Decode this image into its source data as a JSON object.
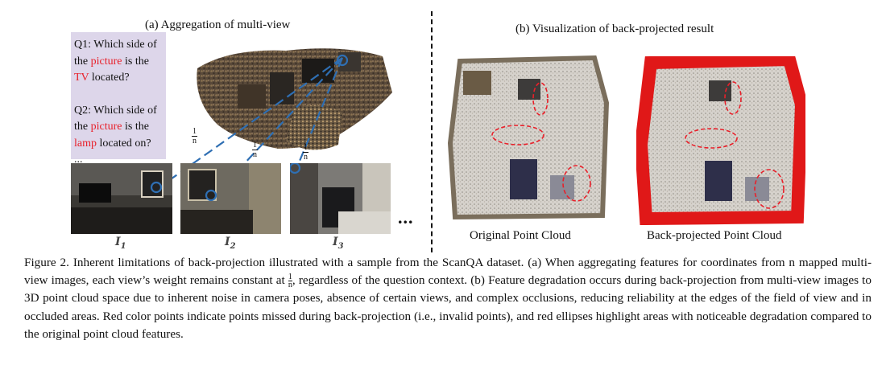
{
  "panel_a": {
    "title": "(a) Aggregation of multi-view",
    "question1": {
      "prefix": "Q1: Which side of the ",
      "word1": "picture",
      "mid": " is the ",
      "word2": "TV",
      "suffix": " located?"
    },
    "question2": {
      "prefix": "Q2: Which side of the ",
      "word1": "picture",
      "mid": " is the ",
      "word2": "lamp",
      "suffix": " located on?"
    },
    "more": "...",
    "weight_num": "1",
    "weight_den": "n",
    "image_labels": [
      "I",
      "I",
      "I"
    ],
    "image_subs": [
      "1",
      "2",
      "3"
    ],
    "trailing": "..."
  },
  "panel_b": {
    "title": "(b) Visualization of back-projected result",
    "label_original": "Original Point Cloud",
    "label_backprojected": "Back-projected Point Cloud"
  },
  "caption": {
    "part1": "Figure 2. Inherent limitations of back-projection illustrated with a sample from the ScanQA dataset. (a) When aggregating features for coordinates from n mapped multi-view images, each view’s weight remains constant at ",
    "frac_num": "1",
    "frac_den": "n",
    "part2": ", regardless of the question context. (b) Feature degradation occurs during back-projection from multi-view images to 3D point cloud space due to inherent noise in camera poses, absence of certain views, and complex occlusions, reducing reliability at the edges of the field of view and in occluded areas. Red color points indicate points missed during back-projection (i.e., invalid points), and red ellipses highlight areas with noticeable degradation compared to the original point cloud features."
  },
  "colors": {
    "highlight_red": "#e8202a",
    "question_box": "#ddd6ea",
    "projection_blue": "#2f6fb3"
  }
}
